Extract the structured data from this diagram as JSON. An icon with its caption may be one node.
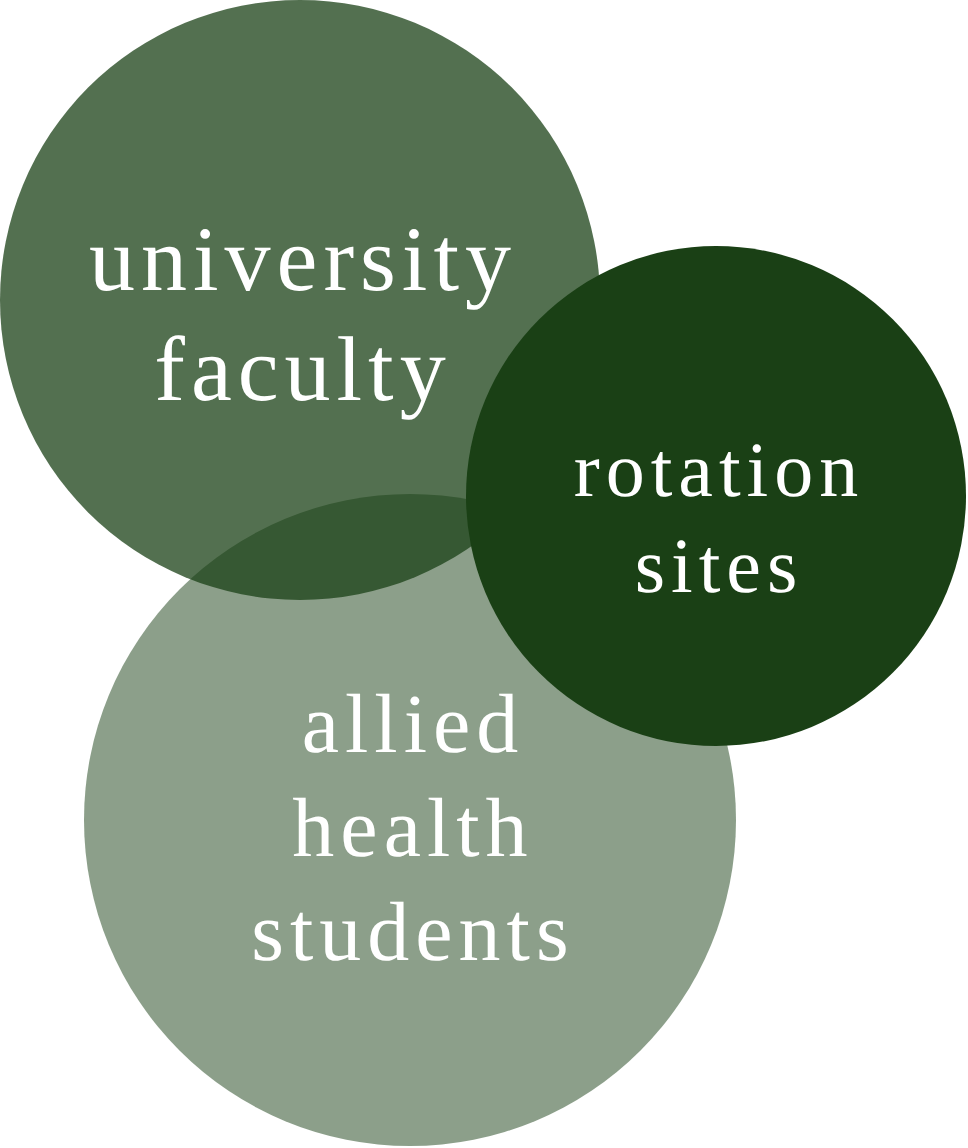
{
  "diagram": {
    "nodes": [
      {
        "text": [
          "university faculty"
        ]
      },
      {
        "text": [
          "rotation sites"
        ]
      },
      {
        "text": [
          "allied health students"
        ]
      }
    ]
  }
}
